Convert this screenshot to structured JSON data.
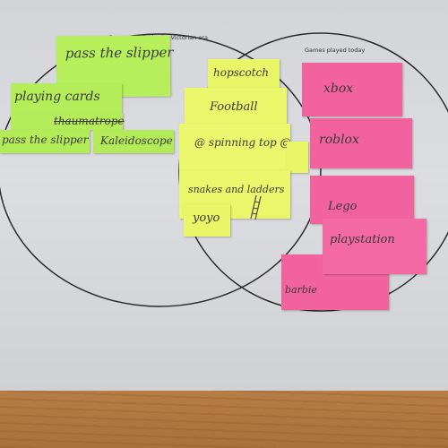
{
  "left_circle": {
    "title": "Games played in the Victorian era",
    "items": [
      "pass the slipper",
      "playing cards",
      "thaumatrope",
      "pass the slipper",
      "Kaleidoscope"
    ]
  },
  "overlap": {
    "items": [
      "hopscotch",
      "Football",
      "@ spinning top @",
      "snakes and ladders",
      "yoyo"
    ]
  },
  "right_circle": {
    "title": "Games played today",
    "items": [
      "xbox",
      "roblox",
      "Lego",
      "playstation",
      "barbie"
    ]
  },
  "colors": {
    "green_note": "#b7ee5c",
    "yellow_note": "#eaf76a",
    "pink_note": "#f2629c",
    "circle_line": "#2a2a2a"
  }
}
